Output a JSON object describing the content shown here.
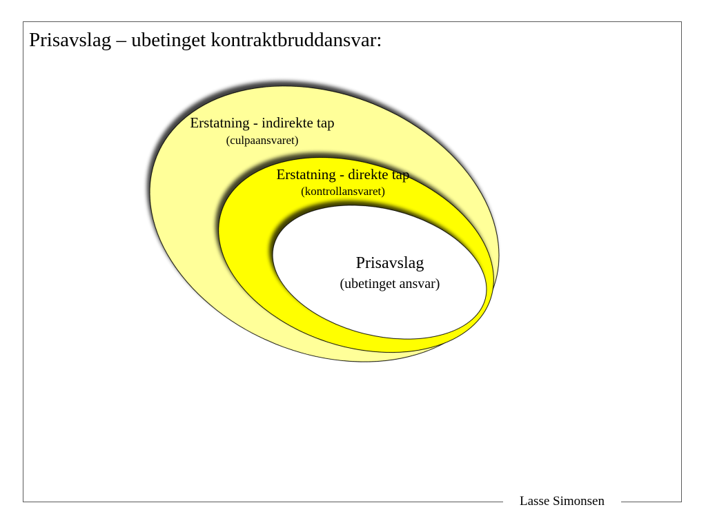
{
  "slide": {
    "title": "Prisavslag – ubetinget kontraktbruddansvar:",
    "footer": "Lasse Simonsen"
  },
  "diagram": {
    "outer": {
      "label": "Erstatning - indirekte tap",
      "sublabel": "(culpaansvaret)",
      "color": "#ffff99"
    },
    "middle": {
      "label": "Erstatning - direkte tap",
      "sublabel": "(kontrollansvaret)",
      "color": "#ffff00"
    },
    "inner": {
      "label": "Prisavslag",
      "sublabel": "(ubetinget ansvar)",
      "color": "#ffffff"
    }
  }
}
